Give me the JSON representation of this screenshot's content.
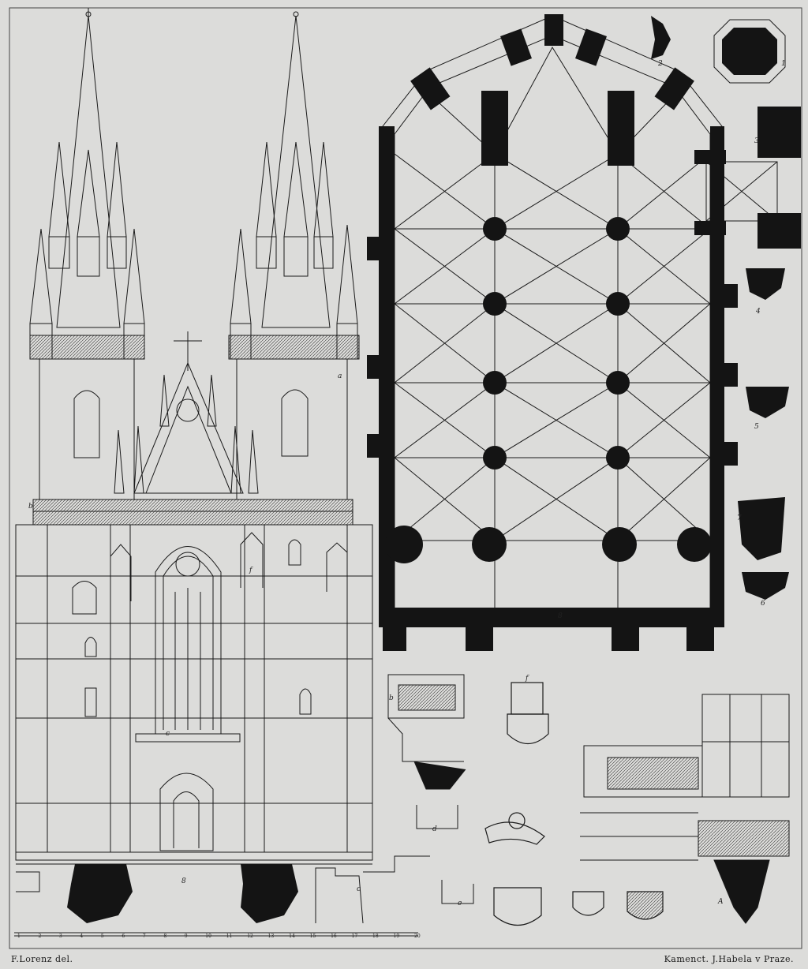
{
  "captions": {
    "author": "F.Lorenz del.",
    "workshop": "Kamenct. J.Habela v Praze."
  },
  "figure_labels": {
    "a": "a",
    "b": "b",
    "c": "c",
    "d": "d",
    "e": "e",
    "f": "f",
    "A": "A",
    "n1": "1",
    "n2": "2",
    "n3": "3",
    "n4": "4",
    "n5": "5",
    "n6": "6",
    "n7": "7",
    "n8": "8"
  },
  "scale_ticks": [
    "1",
    "2",
    "3",
    "4",
    "5",
    "6",
    "7",
    "8",
    "9",
    "10",
    "11",
    "12",
    "13",
    "14",
    "15",
    "16",
    "17",
    "18",
    "19",
    "20"
  ],
  "colors": {
    "paper": "#dcdcda",
    "ink": "#1a1a1a",
    "fill_dark": "#141414",
    "line_light": "#555555"
  }
}
